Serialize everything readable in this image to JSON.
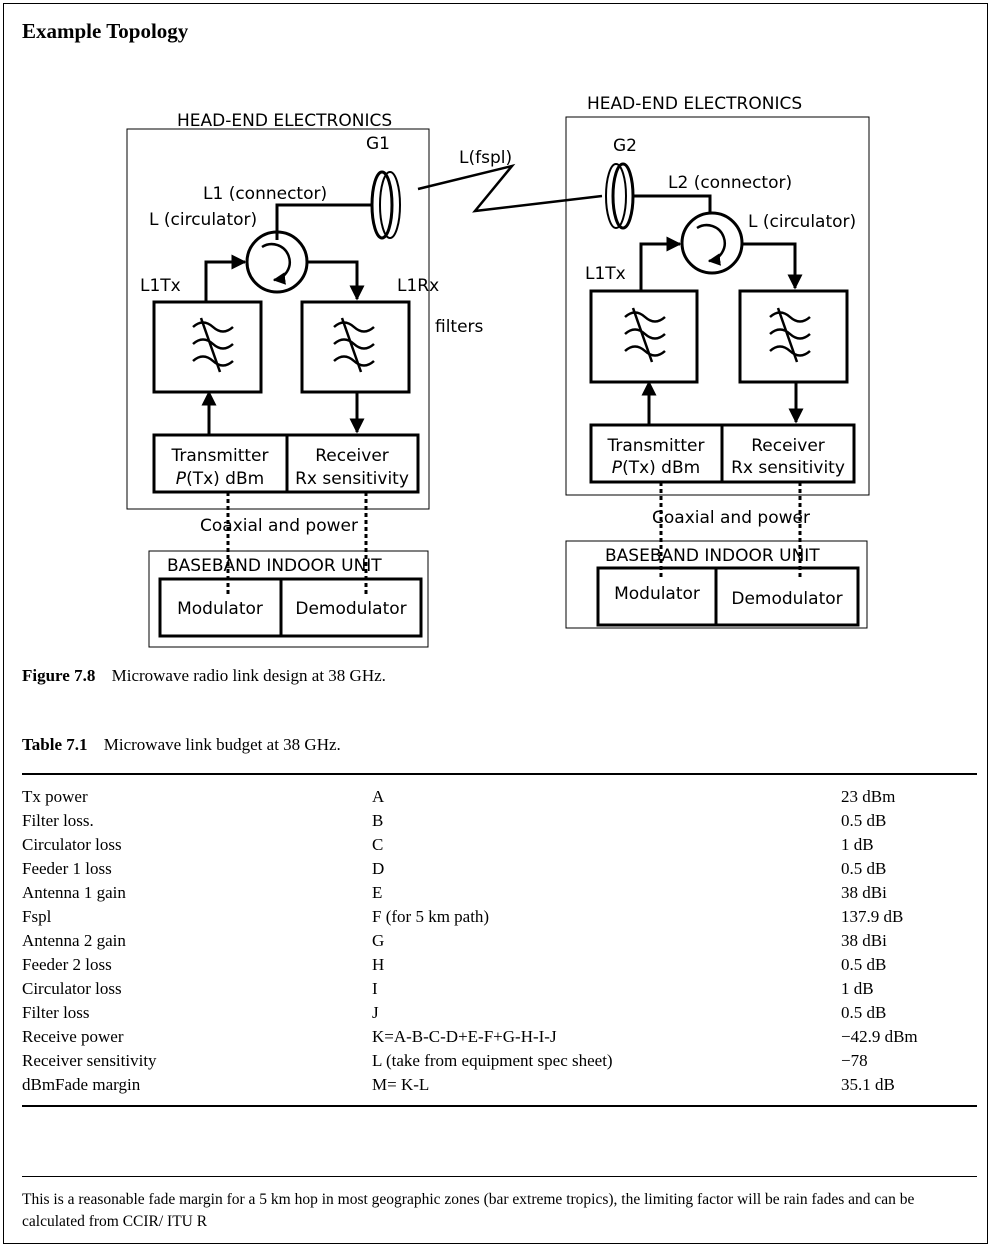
{
  "title": "Example Topology",
  "diagram": {
    "left": {
      "head_end": "HEAD-END ELECTRONICS",
      "antenna": "G1",
      "connector": "L1 (connector)",
      "circulator": "L (circulator)",
      "tx_filter": "L1Tx",
      "rx_filter": "L1Rx",
      "transmitter": "Transmitter",
      "tx_power_p": "P",
      "tx_power_rest": "(Tx) dBm",
      "receiver": "Receiver",
      "rx_sensitivity": "Rx sensitivity",
      "coaxial": "Coaxial and power",
      "indoor_unit": "BASEBAND INDOOR UNIT",
      "modulator": "Modulator",
      "demodulator": "Demodulator"
    },
    "filters_label": "filters",
    "link_label": "L(fspl)",
    "right": {
      "head_end": "HEAD-END ELECTRONICS",
      "antenna": "G2",
      "connector": "L2 (connector)",
      "circulator": "L (circulator)",
      "tx_filter": "L1Tx",
      "transmitter": "Transmitter",
      "tx_power_p": "P",
      "tx_power_rest": "(Tx) dBm",
      "receiver": "Receiver",
      "rx_sensitivity": "Rx sensitivity",
      "coaxial": "Coaxial and power",
      "indoor_unit": "BASEBAND INDOOR UNIT",
      "modulator": "Modulator",
      "demodulator": "Demodulator"
    }
  },
  "figure_caption": {
    "label": "Figure 7.8",
    "text": "Microwave radio link design at 38 GHz."
  },
  "table_caption": {
    "label": "Table 7.1",
    "text": "Microwave link budget at 38 GHz."
  },
  "table_rows": [
    [
      "Tx power",
      "A",
      "23 dBm"
    ],
    [
      "Filter loss.",
      "B",
      "0.5 dB"
    ],
    [
      "Circulator loss",
      "C",
      "1 dB"
    ],
    [
      "Feeder 1 loss",
      "D",
      "0.5 dB"
    ],
    [
      "Antenna 1 gain",
      "E",
      "38 dBi"
    ],
    [
      "Fspl",
      "F (for 5 km path)",
      "137.9 dB"
    ],
    [
      "Antenna 2 gain",
      "G",
      "38 dBi"
    ],
    [
      "Feeder 2 loss",
      "H",
      "0.5 dB"
    ],
    [
      "Circulator loss",
      "I",
      "1 dB"
    ],
    [
      "Filter loss",
      "J",
      "0.5 dB"
    ],
    [
      "Receive power",
      "K=A-B-C-D+E-F+G-H-I-J",
      "−42.9 dBm"
    ],
    [
      "Receiver sensitivity",
      "L (take from equipment spec sheet)",
      "−78"
    ],
    [
      "dBmFade margin",
      "M= K-L",
      "35.1 dB"
    ]
  ],
  "note": "This is a reasonable fade margin for a 5 km hop in most geographic zones (bar extreme tropics), the limiting factor will be rain fades and can be calculated from CCIR/ ITU R"
}
